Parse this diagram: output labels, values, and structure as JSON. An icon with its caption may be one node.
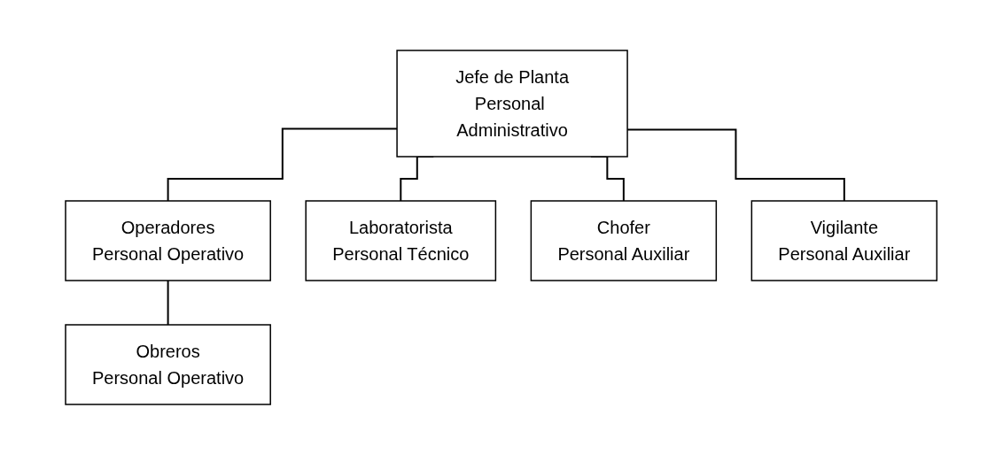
{
  "diagram": {
    "nodes": [
      {
        "text": [
          "Jefe de Planta",
          "Personal Administrativo"
        ]
      },
      {
        "text": [
          "Operadores",
          "Personal Operativo"
        ]
      },
      {
        "text": [
          "Laboratorista",
          "Personal Técnico"
        ]
      },
      {
        "text": [
          "Chofer",
          "Personal Auxiliar"
        ]
      },
      {
        "text": [
          "Vigilante",
          "Personal Auxiliar"
        ]
      },
      {
        "text": [
          "Obreros",
          "Personal Operativo"
        ]
      }
    ],
    "edges": [
      {
        "from": 0,
        "to": 1,
        "arrow": "none"
      },
      {
        "from": 0,
        "to": 2,
        "arrow": "none"
      },
      {
        "from": 0,
        "to": 3,
        "arrow": "none"
      },
      {
        "from": 0,
        "to": 4,
        "arrow": "none"
      },
      {
        "from": 1,
        "to": 5,
        "arrow": "none"
      }
    ]
  }
}
